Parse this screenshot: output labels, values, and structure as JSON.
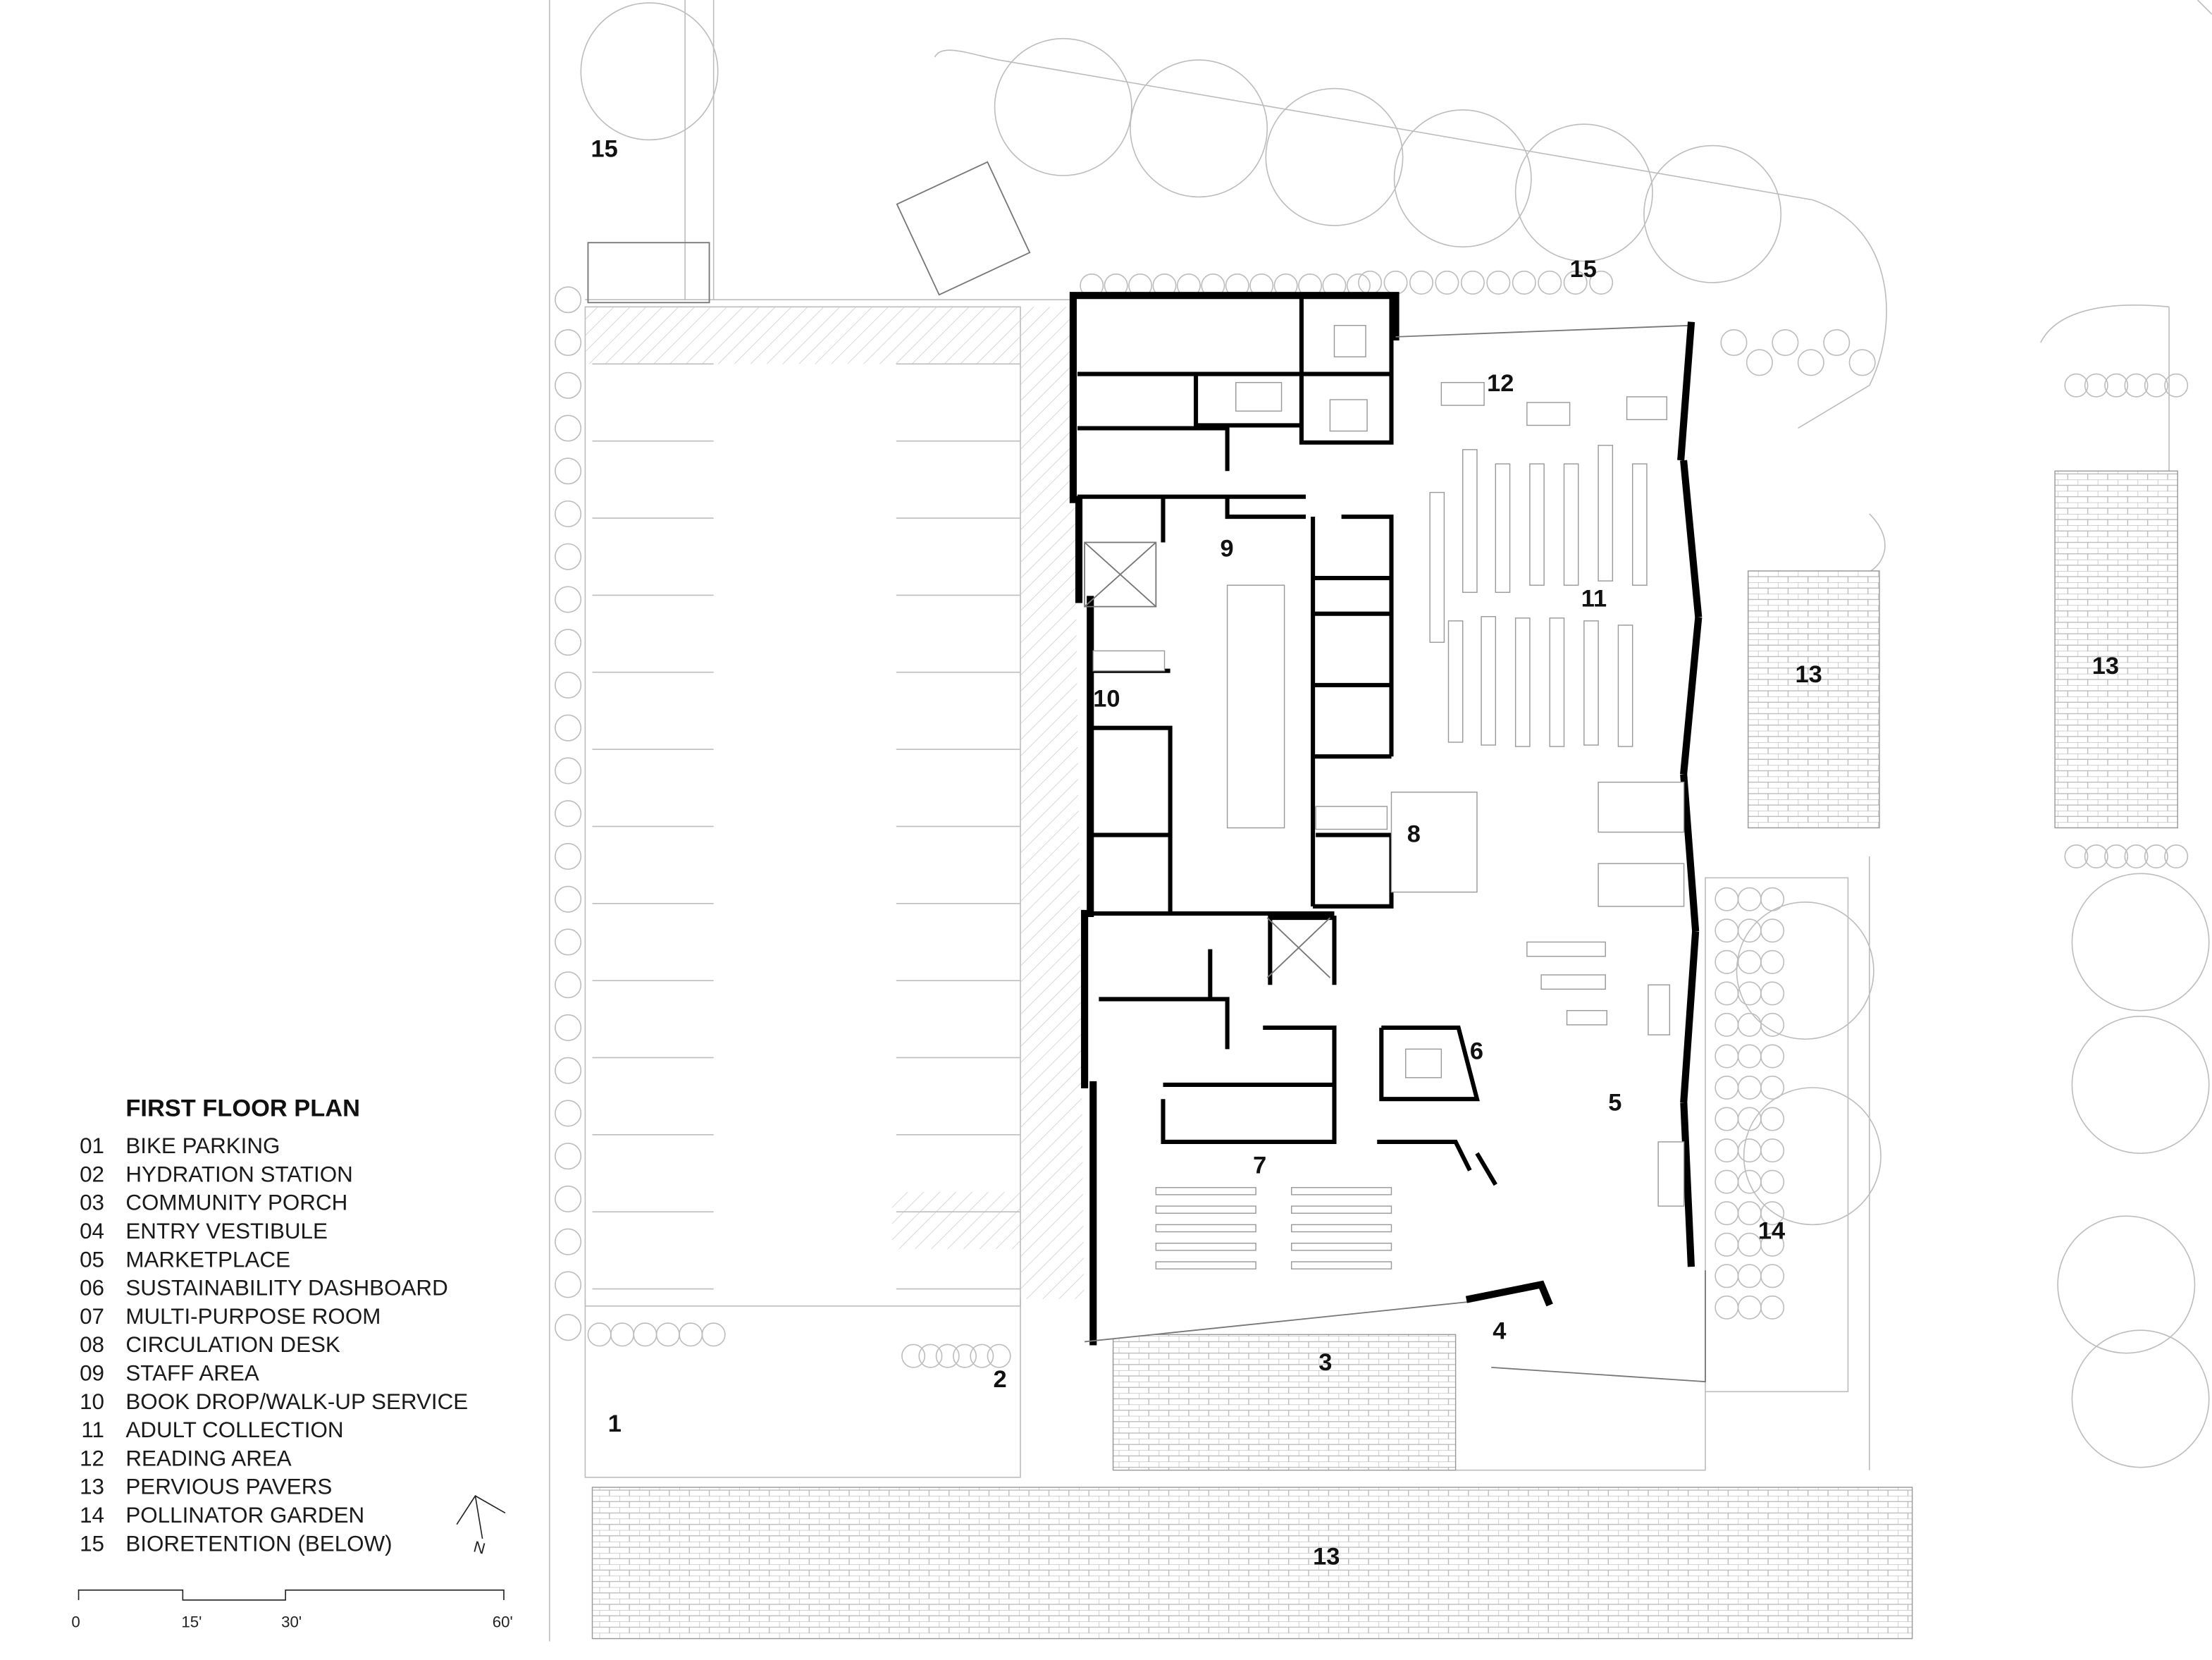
{
  "legend": {
    "title": "FIRST FLOOR PLAN",
    "items": [
      {
        "num": "01",
        "label": "BIKE PARKING"
      },
      {
        "num": "02",
        "label": "HYDRATION STATION"
      },
      {
        "num": "03",
        "label": "COMMUNITY PORCH"
      },
      {
        "num": "04",
        "label": "ENTRY VESTIBULE"
      },
      {
        "num": "05",
        "label": "MARKETPLACE"
      },
      {
        "num": "06",
        "label": "SUSTAINABILITY DASHBOARD"
      },
      {
        "num": "07",
        "label": "MULTI-PURPOSE ROOM"
      },
      {
        "num": "08",
        "label": "CIRCULATION DESK"
      },
      {
        "num": "09",
        "label": "STAFF AREA"
      },
      {
        "num": "10",
        "label": "BOOK DROP/WALK-UP SERVICE"
      },
      {
        "num": "11",
        "label": "ADULT COLLECTION"
      },
      {
        "num": "12",
        "label": "READING AREA"
      },
      {
        "num": "13",
        "label": "PERVIOUS PAVERS"
      },
      {
        "num": "14",
        "label": "POLLINATOR GARDEN"
      },
      {
        "num": "15",
        "label": "BIORETENTION (BELOW)"
      }
    ]
  },
  "scale_bar": {
    "ticks": [
      "0",
      "15'",
      "30'",
      "60'"
    ]
  },
  "north_arrow": {
    "label": "N"
  },
  "plan_labels": {
    "l1": "1",
    "l2": "2",
    "l3": "3",
    "l4": "4",
    "l5": "5",
    "l6": "6",
    "l7": "7",
    "l8": "8",
    "l9": "9",
    "l10": "10",
    "l11": "11",
    "l12": "12",
    "l13a": "13",
    "l13b": "13",
    "l13c": "13",
    "l14": "14",
    "l15a": "15",
    "l15b": "15"
  }
}
